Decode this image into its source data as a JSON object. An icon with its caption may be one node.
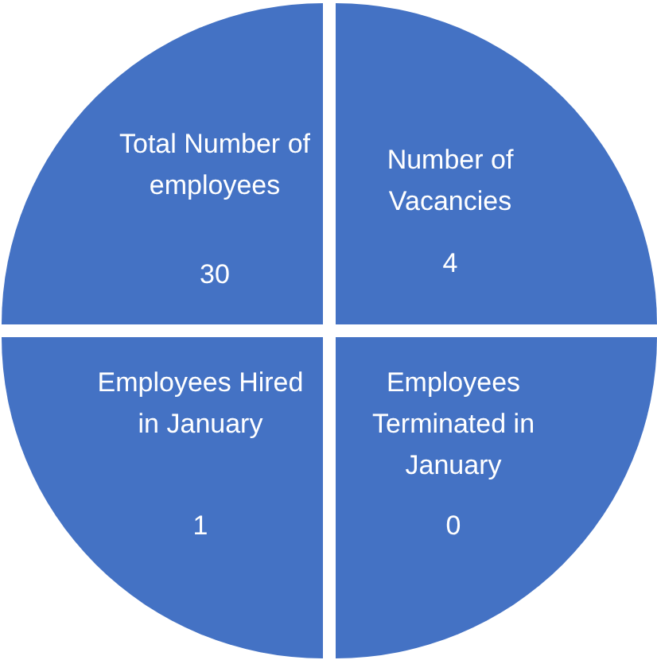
{
  "diagram": {
    "nodes": [
      {
        "text": [
          "Total Number of employees",
          "30"
        ]
      },
      {
        "text": [
          "Number of Vacancies",
          "4"
        ]
      },
      {
        "text": [
          "Employees Hired in January",
          "1"
        ]
      },
      {
        "text": [
          "Employees Terminated in January",
          "0"
        ]
      }
    ]
  }
}
